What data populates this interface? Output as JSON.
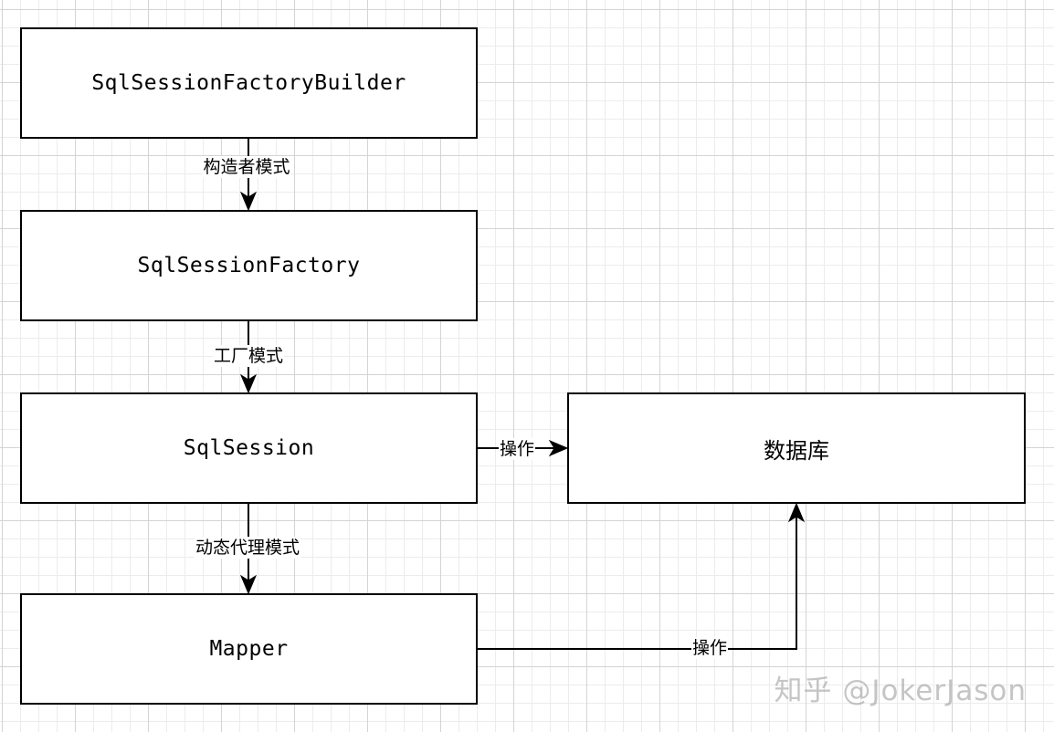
{
  "nodes": {
    "builder": "SqlSessionFactoryBuilder",
    "factory": "SqlSessionFactory",
    "session": "SqlSession",
    "mapper": "Mapper",
    "database": "数据库"
  },
  "edges": {
    "builder_to_factory": "构造者模式",
    "factory_to_session": "工厂模式",
    "session_to_mapper": "动态代理模式",
    "session_to_database": "操作",
    "mapper_to_database": "操作"
  },
  "watermark": "知乎 @JokerJason",
  "colors": {
    "stroke": "#000000",
    "background": "#ffffff",
    "grid": "#d4d4d4"
  }
}
